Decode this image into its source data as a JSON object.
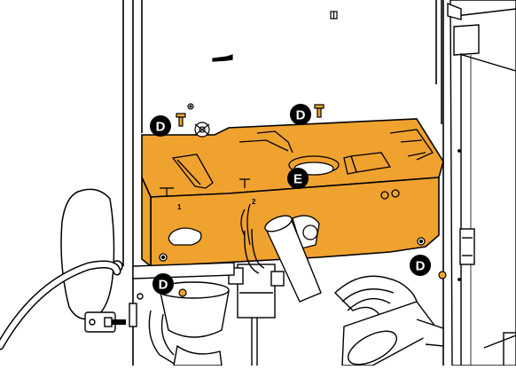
{
  "callouts": {
    "d_left_top": "D",
    "d_right_top": "D",
    "d_left_bottom": "D",
    "d_right_bottom": "D",
    "e_center": "E"
  },
  "panel_marks": {
    "mark_left": "1",
    "mark_center": "2"
  },
  "colors": {
    "highlight": "#f0a22e",
    "highlight_stroke": "#000000",
    "callout_fill": "#000000",
    "callout_text": "#ffffff",
    "line_art": "#000000",
    "background": "#ffffff"
  }
}
